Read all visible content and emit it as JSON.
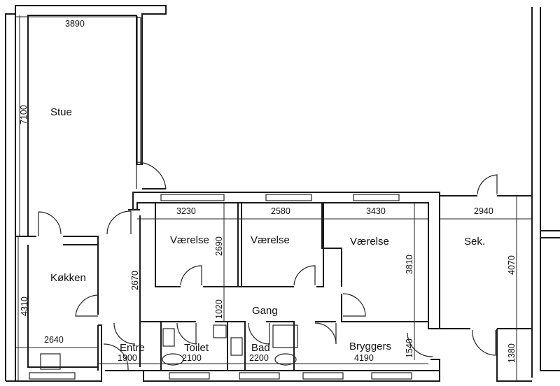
{
  "rooms": {
    "stue": "Stue",
    "koekken": "Køkken",
    "vaerelse1": "Værelse",
    "vaerelse2": "Værelse",
    "vaerelse3": "Værelse",
    "sek": "Sek.",
    "gang": "Gang",
    "entre": "Entre",
    "toilet": "Toilet",
    "bad": "Bad",
    "bryggers": "Bryggers"
  },
  "dimensions": {
    "stue_width": "3890",
    "stue_height": "7100",
    "vaerelse1_width": "3230",
    "vaerelse2_width": "2580",
    "vaerelse3_width": "3430",
    "sek_width": "2940",
    "vaerelse1_depth": "2690",
    "gang_depth": "1020",
    "hall_depth": "2670",
    "vaerelse3_depth": "3810",
    "sek_depth": "4070",
    "koekken_height": "4310",
    "koekken_width": "2640",
    "entre_width": "1900",
    "toilet_width": "2100",
    "bad_width": "2200",
    "bryggers_width": "4190",
    "bryggers_depth": "1540",
    "sek_lower_depth": "1380"
  }
}
